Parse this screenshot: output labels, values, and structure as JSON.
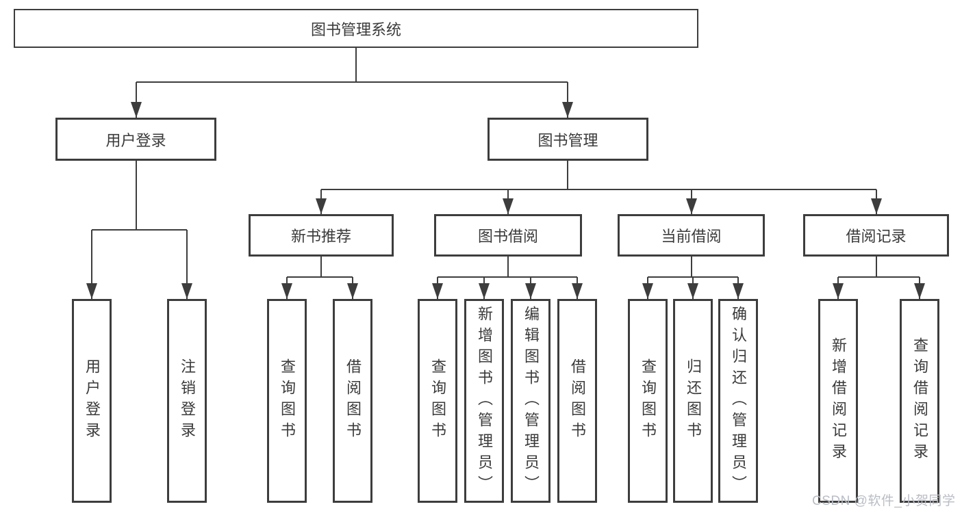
{
  "tree": {
    "label": "图书管理系统",
    "children": [
      {
        "label": "用户登录",
        "children": [
          {
            "label": "用户登录"
          },
          {
            "label": "注销登录"
          }
        ]
      },
      {
        "label": "图书管理",
        "children": [
          {
            "label": "新书推荐",
            "children": [
              {
                "label": "查询图书"
              },
              {
                "label": "借阅图书"
              }
            ]
          },
          {
            "label": "图书借阅",
            "children": [
              {
                "label": "查询图书"
              },
              {
                "label": "新增图书（管理员）"
              },
              {
                "label": "编辑图书（管理员）"
              },
              {
                "label": "借阅图书"
              }
            ]
          },
          {
            "label": "当前借阅",
            "children": [
              {
                "label": "查询图书"
              },
              {
                "label": "归还图书"
              },
              {
                "label": "确认归还（管理员）"
              }
            ]
          },
          {
            "label": "借阅记录",
            "children": [
              {
                "label": "新增借阅记录"
              },
              {
                "label": "查询借阅记录"
              }
            ]
          }
        ]
      }
    ]
  },
  "watermark": {
    "text": "CSDN @软件_小贺同学"
  },
  "colors": {
    "background": "#ffffff",
    "line": "#3d3d3d",
    "box_border": "#3d3d3d",
    "text": "#3a3a3a",
    "watermark": "#b9bdc4"
  }
}
